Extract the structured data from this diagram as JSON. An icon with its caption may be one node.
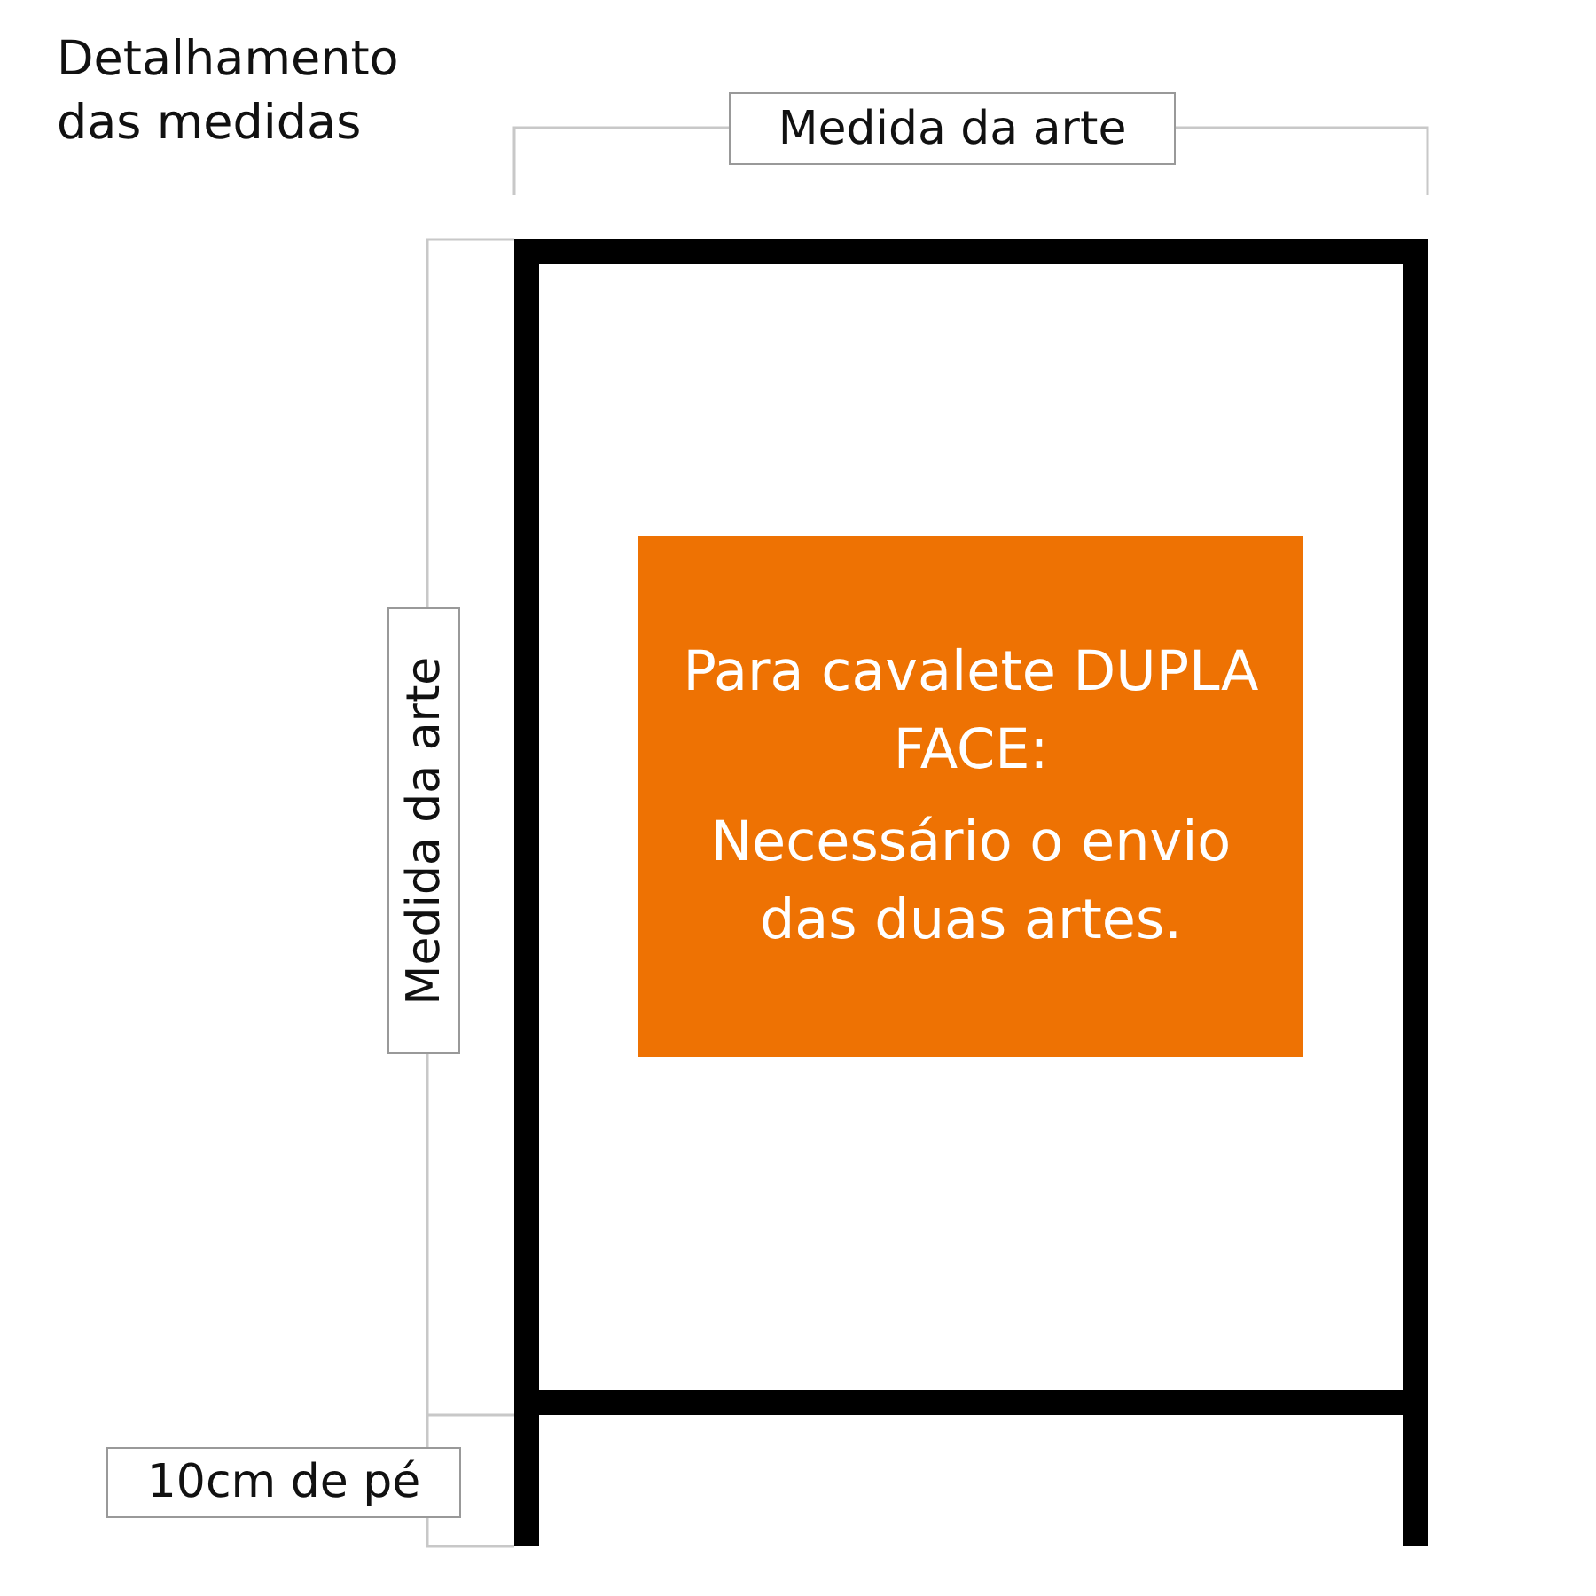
{
  "diagram": {
    "title": "Detalhamento das medidas",
    "nodes": [
      {
        "text": [],
        "shape": "box"
      },
      {
        "text": [
          "Para cavalete DUPLA FACE:",
          "Necessário o envio das duas artes."
        ],
        "in": 0
      }
    ],
    "edges": [],
    "labels": [
      "Medida da arte",
      "Medida da arte",
      "10cm de pé"
    ]
  }
}
